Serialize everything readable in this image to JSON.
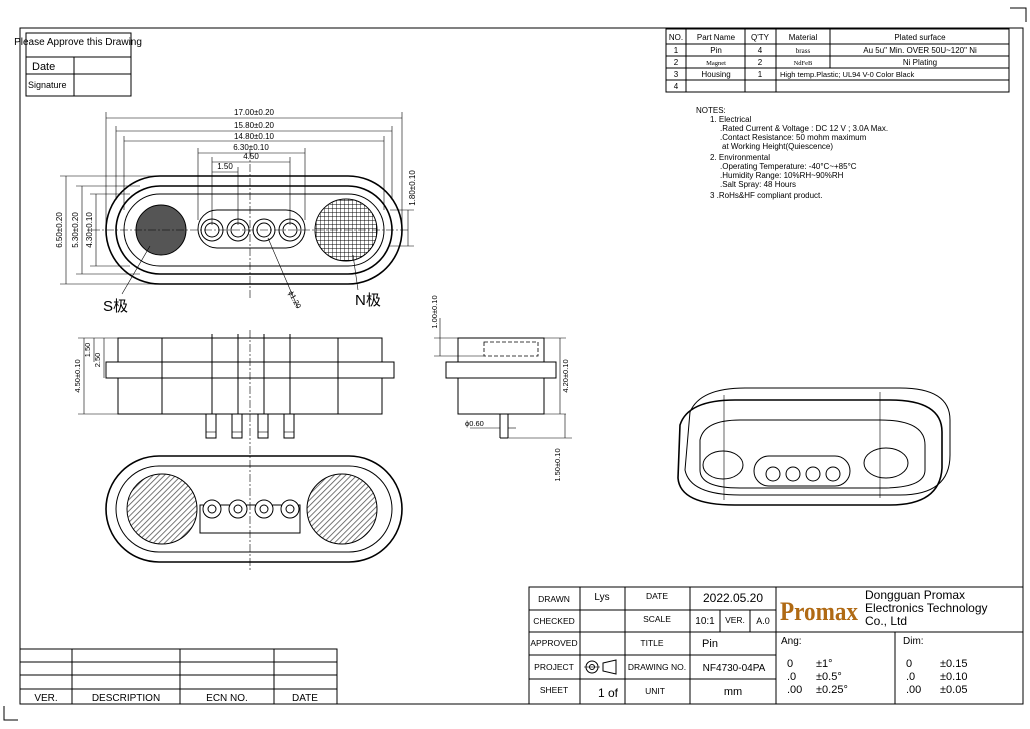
{
  "approval": {
    "title": "Please Approve this Drawing",
    "date_label": "Date",
    "signature_label": "Signature"
  },
  "bom": {
    "headers": [
      "NO.",
      "Part Name",
      "Q'TY",
      "Material",
      "Plated surface"
    ],
    "rows": [
      {
        "no": "1",
        "name": "Pin",
        "qty": "4",
        "material": "brass",
        "plating": "Au 5u\" Min. OVER 50U~120\" Ni"
      },
      {
        "no": "2",
        "name": "Magnet",
        "qty": "2",
        "material": "NdFeB",
        "plating": "Ni Plating"
      },
      {
        "no": "3",
        "name": "Housing",
        "qty": "1",
        "material": "High temp.Plastic; UL94 V-0 Color Black",
        "plating": ""
      },
      {
        "no": "4",
        "name": "",
        "qty": "",
        "material": "",
        "plating": ""
      }
    ]
  },
  "notes": {
    "title": "NOTES:",
    "lines": [
      "1. Electrical",
      ".Rated Current & Voltage : DC 12 V ; 3.0A Max.",
      ".Contact Resistance: 50 mohm maximum",
      " at Working Height(Quiescence)",
      "2. Environmental",
      ".Operating Temperature: -40°C~+85°C",
      ".Humidity Range: 10%RH~90%RH",
      ".Salt Spray: 48 Hours",
      "3 .RoHs&HF compliant product."
    ]
  },
  "dims": {
    "w17": "17.00±0.20",
    "w15": "15.80±0.20",
    "w14": "14.80±0.10",
    "w6": "6.30±0.10",
    "w4": "4.50",
    "w1": "1.50",
    "h6": "6.50±0.20",
    "h5": "5.30±0.20",
    "h4": "4.30±0.10",
    "r1": "1.80±0.10",
    "phi1": "ϕ1.20",
    "side_h45": "4.50±0.10",
    "side_h25": "2.50",
    "side_h15": "1.50",
    "end_h1": "1.00±0.10",
    "end_h42": "4.20±0.10",
    "phi06": "ϕ0.60",
    "end_h15": "1.50±0.10"
  },
  "labels": {
    "s_pole": "S极",
    "n_pole": "N极"
  },
  "title_block": {
    "drawn_label": "DRAWN",
    "drawn_value": "Lys",
    "checked_label": "CHECKED",
    "approved_label": "APPROVED",
    "project_label": "PROJECT",
    "sheet_label": "SHEET",
    "sheet_value": "1  of",
    "date_label": "DATE",
    "date_value": "2022.05.20",
    "scale_label": "SCALE",
    "scale_value": "10:1",
    "ver_label": "VER.",
    "ver_value": "A.0",
    "title_label": "TITLE",
    "title_value": "Pin",
    "drawing_no_label": "DRAWING NO.",
    "drawing_no_value": "NF4730-04PA",
    "unit_label": "UNIT",
    "unit_value": "mm",
    "logo": "Promax",
    "company_line1": "Dongguan Promax",
    "company_line2": "Electronics Technology",
    "company_line3": "Co., Ltd",
    "ang_label": "Ang:",
    "dim_label": "Dim:",
    "ang_rows": [
      [
        "0",
        "±1°"
      ],
      [
        ".0",
        "±0.5°"
      ],
      [
        ".00",
        "±0.25°"
      ]
    ],
    "dim_rows": [
      [
        "0",
        "±0.15"
      ],
      [
        ".0",
        "±0.10"
      ],
      [
        ".00",
        "±0.05"
      ]
    ]
  },
  "revision": {
    "headers": [
      "VER.",
      "DESCRIPTION",
      "ECN NO.",
      "DATE"
    ]
  }
}
